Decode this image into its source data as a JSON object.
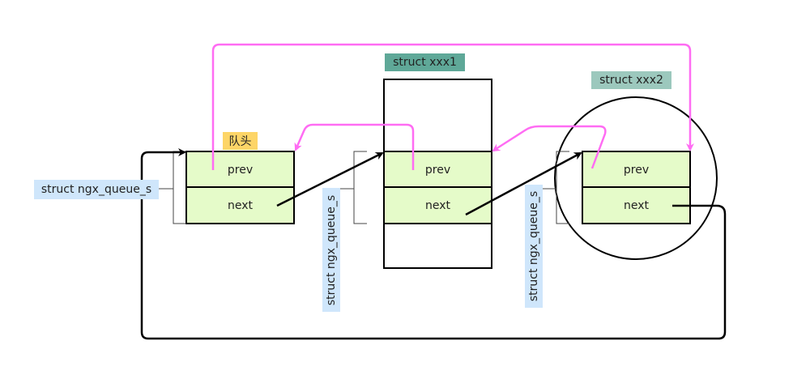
{
  "colors": {
    "node_fill": "#e5fbc9",
    "pointer_prev": "#ff6cf3",
    "pointer_next": "#000000",
    "label_bg": "#cfe6fb",
    "head_bg": "#fdd567",
    "xxx1_bg": "#5fa898",
    "xxx2_bg": "#9cc8bd"
  },
  "head_label": "队头",
  "struct_label": "struct ngx_queue_s",
  "containers": [
    {
      "label": "struct xxx1"
    },
    {
      "label": "struct xxx2"
    }
  ],
  "nodes": [
    {
      "prev": "prev",
      "next": "next"
    },
    {
      "prev": "prev",
      "next": "next"
    },
    {
      "prev": "prev",
      "next": "next"
    }
  ]
}
